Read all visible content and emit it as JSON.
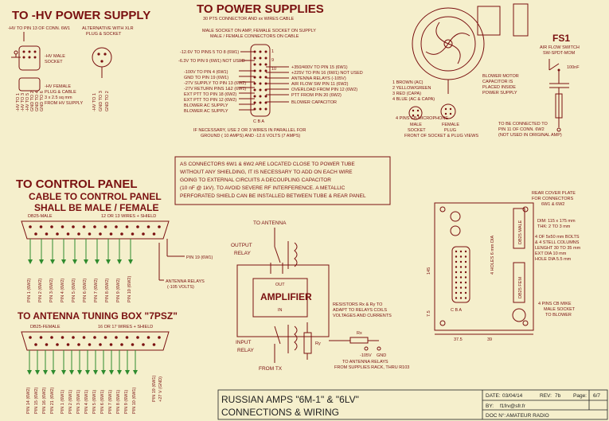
{
  "titles": {
    "hv": "TO -HV POWER SUPPLY",
    "ps": "TO POWER SUPPLIES",
    "ps_sub": "30 PTS CONNECTOR AND xx WIRES CABLE",
    "cp1": "TO CONTROL PANEL",
    "cp2": "CABLE TO CONTROL PANEL",
    "cp3": "SHALL BE MALE / FEMALE",
    "atb": "TO ANTENNA TUNING BOX \"7PSZ\""
  },
  "hv": {
    "pin13": "-HV TO PIN 13 OF CONN. 6W1",
    "alt": "ALTERNATIVE WITH XLR",
    "alt2": "PLUG & SOCKET",
    "male": "-HV MALE",
    "male2": "SOCKET",
    "female": "-HV FEMALE",
    "female2": "PLUG & CABLE",
    "cable": "3 x 2.5 sq mm",
    "from": "FROM HV SUPPLY",
    "pins_a": [
      "-HV TO 1",
      "-HV TO 3",
      "-HV TO 5",
      "GND TO 2",
      "GND TO 4",
      "GND TO 6"
    ],
    "pins_b": [
      "-HV TO 1",
      "GND TO 3",
      "GND TO 2"
    ]
  },
  "ps": {
    "note1": "MALE SOCKET ON AMP, FEMALE SOCKET ON SUPPLY",
    "note2": "MALE / FEMALE CONNECTORS ON CABLE",
    "left": [
      "-12.6V  TO PINS 5 TO 8 (6W1)",
      "-6.3V  TO PIN 9 (6W1) NOT USED",
      "-100V TO PIN 4 (6W1)",
      "GND TO PIN 19 (6W1)",
      "-27V SUPPLY TO PIN 13 (6W2)",
      "-27V RETURN PINS 1&2 (6W1)",
      "EXT PTT TO PIN 18 (6W2)",
      "EXT PTT TO PIN 12 (6W2)",
      "BLOWER AC SUPPLY",
      "BLOWER AC SUPPLY"
    ],
    "right": [
      "+350/400V TO PIN 15 (6W1)",
      "+225V TO PIN 16 (6W1) NOT USED",
      "ANTENNA RELAYS (-105V)",
      "AIR FLOW SW PIN 11 (6W2)",
      "OVERLOAD FROM PIN 12 (6W2)",
      "PTT FROM PIN 20 (6W2)",
      "BLOWER CAPACITOR"
    ],
    "pin_nums": [
      "1",
      "9",
      "10"
    ],
    "cba": "C  B  A",
    "note3": "IF NECESSARY, USE 2 OR 3 WIRES IN PARALLEL FOR",
    "note4": "GROUND ( 10 AMPS) AND -12.6 VOLTS (7 AMPS)"
  },
  "blower": {
    "fs1": "FS1",
    "fs1a": "AIR FLOW SWITCH",
    "fs1b": "SW-SPDT-MOM",
    "cap": "100nF",
    "motor": [
      "BLOWER MOTOR",
      "CAPACITOR IS",
      "PLACED INSIDE",
      "POWER SUPPLY"
    ],
    "wires": [
      "1 BROWN (AC)",
      "2 YELLOW/GREEN",
      "3 RED (CAPA)",
      "4 BLUE (AC & CAPA)"
    ],
    "mic": "4 PINS CB MICROPHONE",
    "male": "MALE",
    "socket": "SOCKET",
    "female": "FEMALE",
    "plug": "PLUG",
    "front": "FRONT OF SOCKET & PLUG VIEWS",
    "connect1": "TO BE CONNECTED TO",
    "connect2": "PIN 11 OF CONN. 6W2",
    "connect3": "(NOT USED IN ORIGINAL AMP)"
  },
  "note": [
    "AS CONNECTORS 6W1 & 6W2 ARE LOCATED CLOSE TO POWER TUBE",
    "WITHOUT ANY SHIELDING, IT IS NECESSARY TO ADD ON EACH WIRE",
    "GOING TO EXTERNAL CIRCUITS A DECOUPLING CAPACITOR",
    "(10 nF @ 1kV). TO AVOID SEVERE RF INTERFERENCE. A METALLIC",
    "PERFORATED SHIELD CAN BE INSTALLED BETWEEN TUBE & REAR PANEL"
  ],
  "cp": {
    "db25": "DB25-MALE",
    "wires": "12 OR 13 WIRES + SHIELD",
    "pin19": "PIN 19 (6W1)",
    "relays": "ANTENNA RELAYS",
    "relays2": "(-105 VOLTS)",
    "pins": [
      "PIN 1 (6W2)",
      "PIN 2 (6W2)",
      "PIN 3 (6W2)",
      "PIN 4 (6W2)",
      "PIN 5 (6W2)",
      "PIN 6 (6W2)",
      "PIN 7 (6W2)",
      "PIN 8 (6W2)",
      "PIN 9 (6W2)",
      "PIN 10 (6W2)"
    ]
  },
  "atb": {
    "db25": "DB25-FEMALE",
    "wires": "16 OR 17 WIRES + SHIELD",
    "pins": [
      "PIN 14 (6W2)",
      "PIN 15 (6W2)",
      "PIN 16 (6W2)",
      "PIN 21 (6W2)",
      "PIN 1 (6W1)",
      "PIN 2 (6W1)",
      "PIN 3 (6W1)",
      "PIN 4 (6W1)",
      "PIN 5 (6W1)",
      "PIN 6 (6W1)",
      "PIN 7 (6W1)",
      "PIN 8 (6W1)",
      "PIN 9 (6W1)",
      "PIN 10 (6W1)"
    ],
    "pin19": "PIN 19 (6W1)",
    "v27": "+27 V (GND)"
  },
  "amp": {
    "to_ant": "TO ANTENNA",
    "out1": "OUTPUT",
    "out2": "RELAY",
    "amp": "AMPLIFIER",
    "out": "OUT",
    "in": "IN",
    "in1": "INPUT",
    "in2": "RELAY",
    "from_tx": "FROM TX",
    "ry": "Ry",
    "rx": "Rx",
    "res": [
      "RESISTORS Rx & Ry TO",
      "ADAPT TO RELAYS COILS",
      "VOLTAGES AND CURRENTS"
    ],
    "v105": "-105V",
    "gnd": "GND",
    "to_relays": "TO ANTENNA RELAYS",
    "from_rack": "FROM SUPPLIES RACK, THRU R103"
  },
  "panel": {
    "lines": [
      "REAR COVER PLATE",
      "FOR CONNECTORS",
      "6W1 & 6W2",
      "",
      "DIM: 115 x 175 mm",
      "THK: 2 TO 3 mm",
      "",
      "4 OF 5x50 mm BOLTS",
      "& 4 STELL COLUMNS",
      "LENGHT 30 TO 35 mm",
      "EXT DIA 10 mm",
      "HOLE DIA 5.5 mm"
    ],
    "db25m": "DB25 MALE",
    "db25f": "DB25 FEM",
    "holes": "4 HOLES 6 mm DIA",
    "mic": "4 PINS CB MIKE",
    "mic2": "MALE SOCKET",
    "mic3": "TO BLOWER",
    "d145": "145",
    "d375": "37.5",
    "d39": "39",
    "d75": "7.5",
    "cba": "C B A"
  },
  "titleblock": {
    "title1": "RUSSIAN AMPS \"6M-1\" & \"6LV\"",
    "title2": "CONNECTIONS & WIRING",
    "date_label": "DATE:",
    "date": "03/04/14",
    "rev_label": "REV:",
    "rev": "7b",
    "page_label": "Page:",
    "page": "6/7",
    "by_label": "BY:",
    "by": "f1frv@sfr.fr",
    "doc_label": "DOC N°:",
    "doc": "AMATEUR RADIO"
  }
}
